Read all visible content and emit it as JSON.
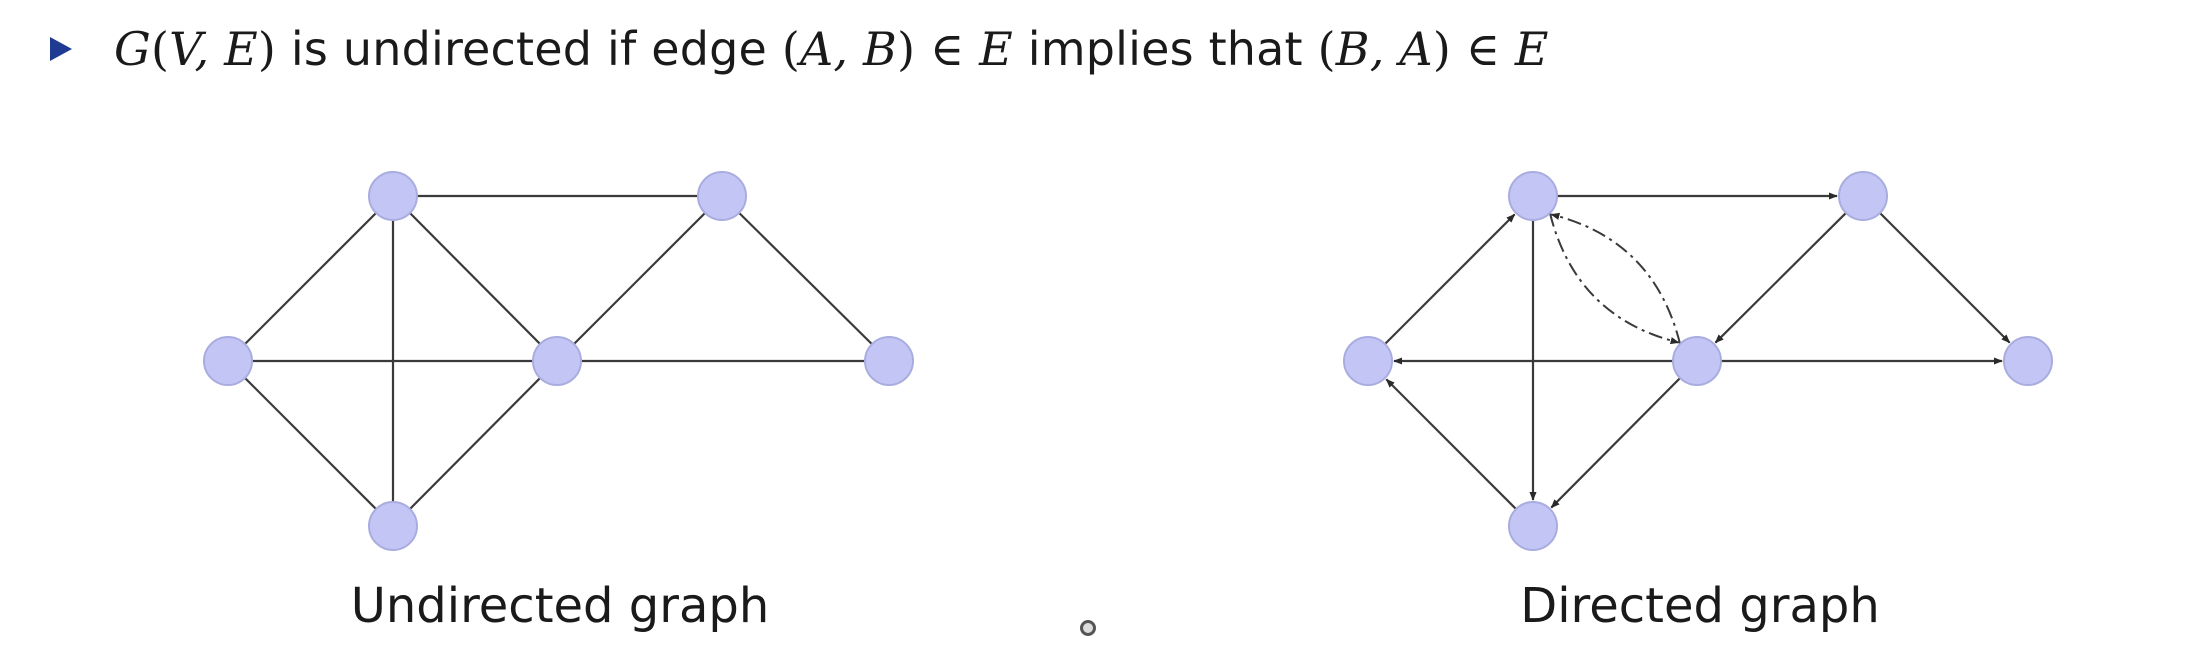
{
  "statement": {
    "graph": "G",
    "graph_args": "V, E",
    "text_is_undirected": " is undirected if edge ",
    "edge_ab": "A, B",
    "member_of": " ∈ ",
    "set_e": "E",
    "text_implies": " implies that ",
    "edge_ba": "B, A"
  },
  "captions": {
    "undirected": "Undirected graph",
    "directed": "Directed graph"
  },
  "colors": {
    "node_fill": "#c3c6f5",
    "node_stroke": "#a9acdf",
    "edge": "#3a3a3a",
    "bullet": "#1f3a93"
  },
  "graphs": {
    "undirected": {
      "nodes": [
        "top-left",
        "top-right",
        "left",
        "center",
        "right",
        "bottom"
      ],
      "edges": [
        [
          "top-left",
          "top-right"
        ],
        [
          "top-left",
          "left"
        ],
        [
          "top-left",
          "center"
        ],
        [
          "top-left",
          "bottom"
        ],
        [
          "top-right",
          "center"
        ],
        [
          "top-right",
          "right"
        ],
        [
          "left",
          "center"
        ],
        [
          "left",
          "bottom"
        ],
        [
          "center",
          "right"
        ],
        [
          "center",
          "bottom"
        ]
      ]
    },
    "directed": {
      "nodes": [
        "top-left",
        "top-right",
        "left",
        "center",
        "right",
        "bottom"
      ],
      "edges": [
        [
          "top-left",
          "top-right"
        ],
        [
          "left",
          "top-left"
        ],
        [
          "top-left",
          "bottom"
        ],
        [
          "top-left",
          "center",
          "curved-dashed"
        ],
        [
          "center",
          "top-left",
          "curved-dashed"
        ],
        [
          "top-right",
          "center"
        ],
        [
          "top-right",
          "right"
        ],
        [
          "center",
          "left"
        ],
        [
          "center",
          "right"
        ],
        [
          "bottom",
          "left"
        ],
        [
          "center",
          "bottom"
        ]
      ]
    }
  }
}
